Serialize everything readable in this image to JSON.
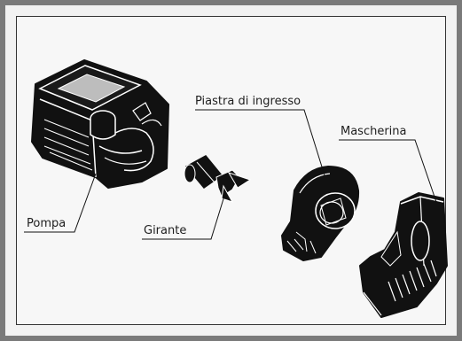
{
  "labels": {
    "pompa": "Pompa",
    "girante": "Girante",
    "piastra": "Piastra di ingresso",
    "mascherina": "Mascherina"
  },
  "colors": {
    "frame": "#7a7a7a",
    "background": "#f7f7f7",
    "ink": "#111111",
    "highlight": "#ffffff",
    "window": "#bdbdbd"
  }
}
